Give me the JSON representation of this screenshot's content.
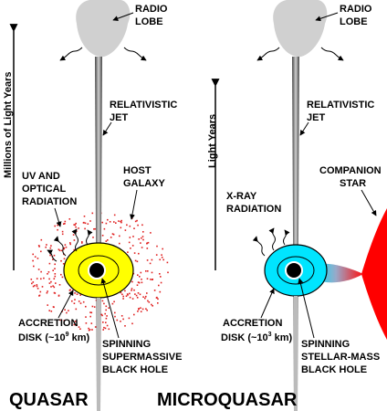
{
  "quasar": {
    "radio_lobe": [
      "RADIO",
      "LOBE"
    ],
    "jet": [
      "RELATIVISTIC",
      "JET"
    ],
    "axis_label": "Millions of Light Years",
    "emission": [
      "UV AND",
      "OPTICAL",
      "RADIATION"
    ],
    "host": [
      "HOST",
      "GALAXY"
    ],
    "disk": [
      "ACCRETION",
      "DISK (~10",
      "9",
      " km)"
    ],
    "hole": [
      "SPINNING",
      "SUPERMASSIVE",
      "BLACK HOLE"
    ],
    "title": "QUASAR",
    "disk_color": "#ffff00"
  },
  "microquasar": {
    "radio_lobe": [
      "RADIO",
      "LOBE"
    ],
    "jet": [
      "RELATIVISTIC",
      "JET"
    ],
    "axis_label": "Light Years",
    "emission": [
      "X-RAY",
      "RADIATION"
    ],
    "companion": [
      "COMPANION",
      "STAR"
    ],
    "disk": [
      "ACCRETION",
      "DISK (~10",
      "3",
      " km)"
    ],
    "hole": [
      "SPINNING",
      "STELLAR-MASS",
      "BLACK HOLE"
    ],
    "title": "MICROQUASAR",
    "disk_color": "#00e5ff",
    "star_color": "#ff0000"
  }
}
